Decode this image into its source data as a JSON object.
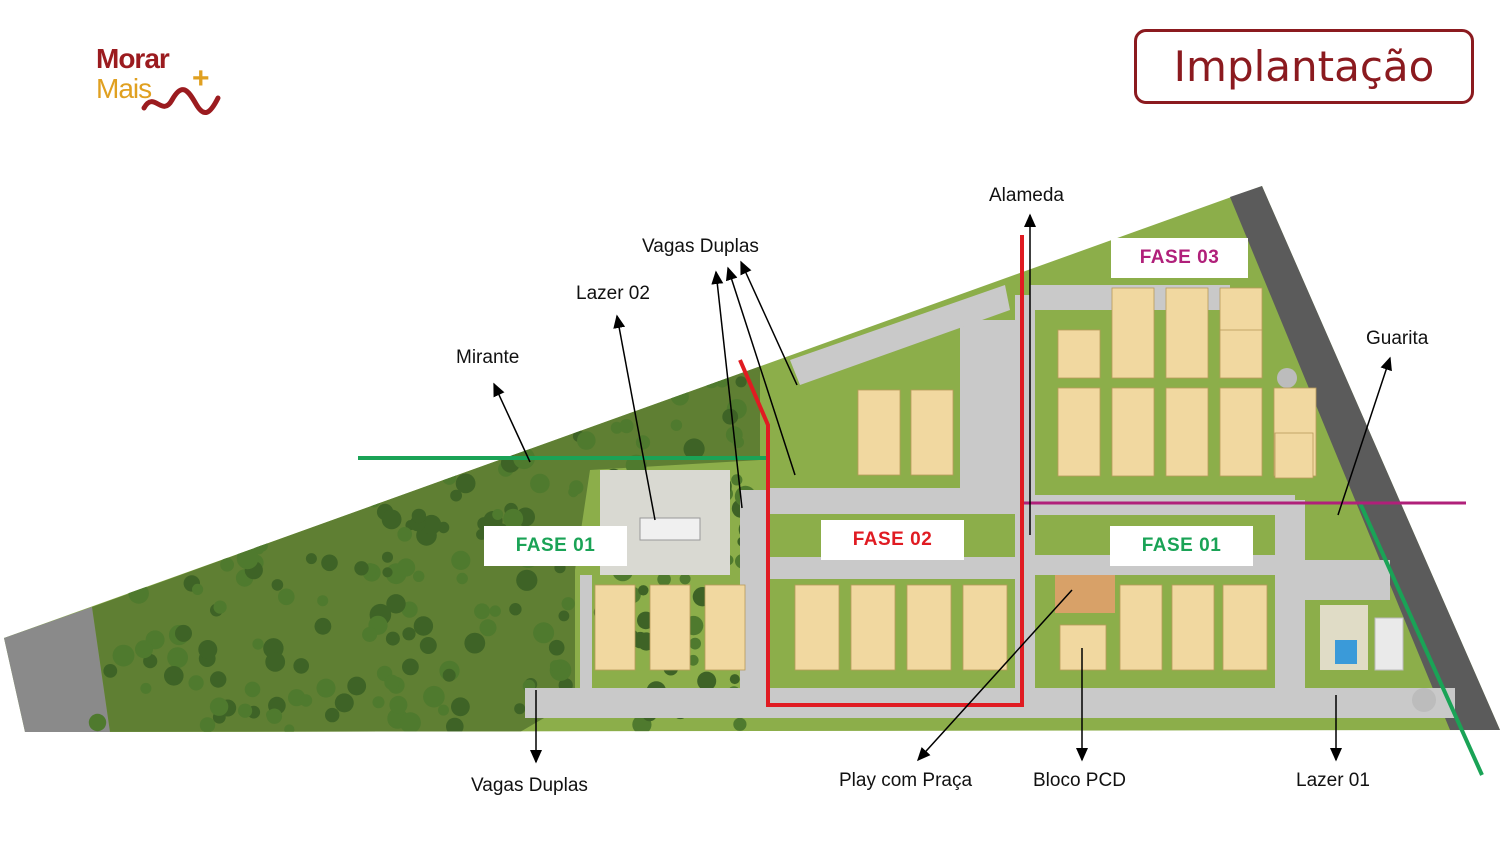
{
  "logo": {
    "line1": "Morar",
    "line2": "Mais",
    "plus": "+"
  },
  "title": "Implantação",
  "labels": {
    "alameda": "Alameda",
    "vagas_duplas_top": "Vagas Duplas",
    "lazer_02": "Lazer 02",
    "mirante": "Mirante",
    "guarita": "Guarita",
    "vagas_duplas_bottom": "Vagas Duplas",
    "play_com_praca": "Play com Praça",
    "bloco_pcd": "Bloco PCD",
    "lazer_01": "Lazer 01"
  },
  "phases": {
    "fase_01_left": "FASE 01",
    "fase_02": "FASE 02",
    "fase_01_right": "FASE 01",
    "fase_03": "FASE 03"
  },
  "colors": {
    "brand": "#8b1a1f",
    "phase_01": "#1aa356",
    "phase_02": "#e01b22",
    "phase_03": "#b0207a",
    "grass": "#8cae4a",
    "road": "#c9c9c9",
    "block": "#f1d8a0"
  }
}
